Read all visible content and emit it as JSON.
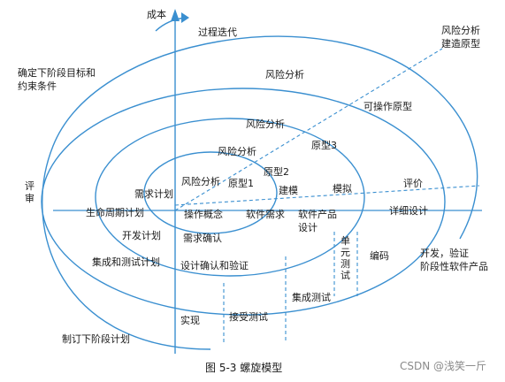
{
  "axis": {
    "vertical_label": "成本"
  },
  "direction_label": "过程迭代",
  "quadrants": {
    "top_left": "确定下阶段目标和\n约束条件",
    "top_right": "风险分析\n建造原型",
    "left": "评\n审",
    "bottom_left": "制订下阶段计划",
    "bottom_right": "开发，验证\n阶段性软件产品"
  },
  "risk_labels": [
    "风险分析",
    "风险分析",
    "风险分析",
    "风险分析"
  ],
  "prototype_labels": [
    "原型1",
    "原型2",
    "原型3",
    "可操作原型"
  ],
  "stage_labels": {
    "req_plan": "需求计划",
    "lifecycle_plan": "生命周期计划",
    "dev_plan": "开发计划",
    "integration_test_plan": "集成和测试计划",
    "operation_concept": "操作概念",
    "software_req": "软件需求",
    "req_confirm": "需求确认",
    "software_product_design": "软件产品\n设计",
    "design_verify": "设计确认和验证",
    "modeling": "建模",
    "simulation": "模拟",
    "evaluation": "评价",
    "detailed_design": "详细设计",
    "coding": "编码",
    "unit_test": "单\n元\n测\n试",
    "integration_test": "集成测试",
    "acceptance_test": "接受测试",
    "implementation": "实现"
  },
  "caption": "图 5-3   螺旋模型",
  "watermark": "CSDN @浅笑一斤",
  "colors": {
    "line": "#3a8fd0",
    "text": "#1a1a1a"
  }
}
